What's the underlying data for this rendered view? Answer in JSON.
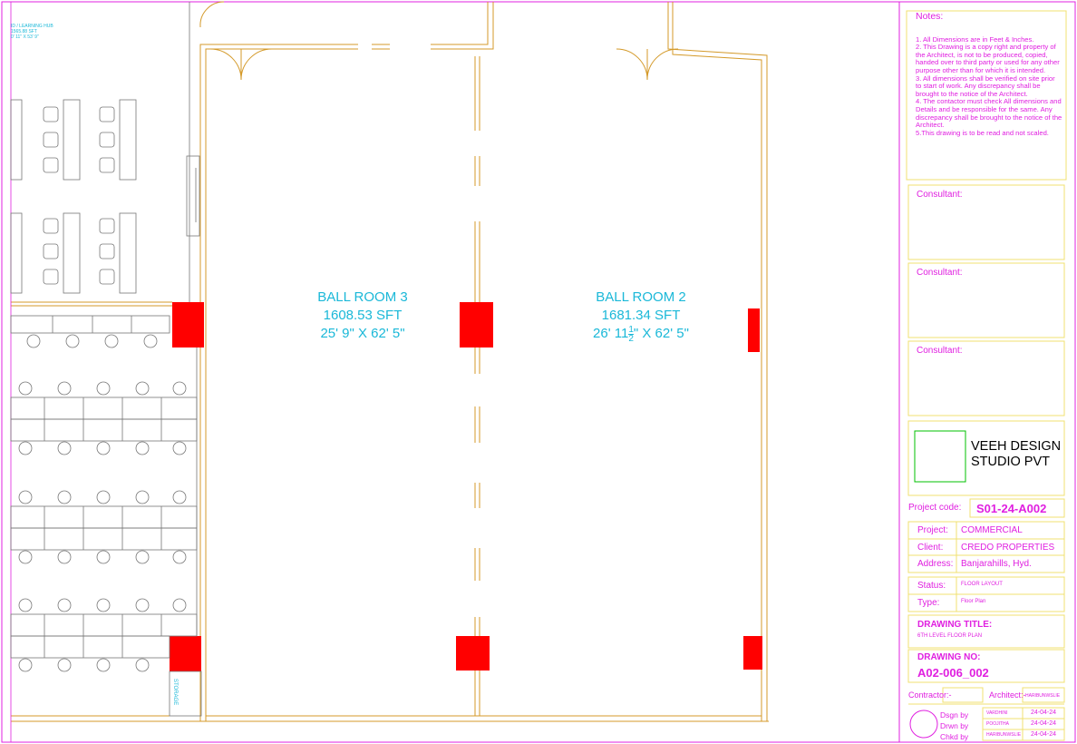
{
  "notes": {
    "title": "Notes:",
    "items": [
      "1. All Dimensions are in Feet & Inches.",
      "2. This Drawing is a copy right and property of the Architect, is not to be produced, copied, handed over to third party or used for any other purpose other than for which it is intended.",
      "3. All dimensions shall be verified on site prior to start of work. Any discrepancy shall be brought to the notice of the Architect.",
      "4. The contactor must check All dimensions and Details and be responsible for the same. Any discrepancy shall be brought to the notice of the Architect.",
      "5.This drawing is to be read and not scaled."
    ]
  },
  "consultants": [
    "Consultant:",
    "Consultant:",
    "Consultant:"
  ],
  "studio": {
    "line1": "VEEH DESIGN",
    "line2": "STUDIO PVT"
  },
  "project_code": {
    "label": "Project code:",
    "value": "S01-24-A002"
  },
  "project": {
    "label": "Project:",
    "value": "COMMERCIAL"
  },
  "client": {
    "label": "Client:",
    "value": "CREDO PROPERTIES"
  },
  "address": {
    "label": "Address:",
    "value": "Banjarahills, Hyd."
  },
  "status": {
    "label": "Status:",
    "value": "FLOOR LAYOUT"
  },
  "type": {
    "label": "Type:",
    "value": "Floor Plan"
  },
  "drawing_title": {
    "label": "DRAWING TITLE:",
    "value": "6TH LEVEL FLOOR PLAN"
  },
  "drawing_no": {
    "label": "DRAWING NO:",
    "value": "A02-006_002"
  },
  "contractor": {
    "label": "Contractor:-"
  },
  "architect": {
    "label": "Architect:-",
    "value": "HARIBUNWSLIE"
  },
  "sign_rows": [
    {
      "label": "Dsgn by",
      "name": "VARDHINI",
      "date": "24-04-24"
    },
    {
      "label": "Drwn by",
      "name": "POOJITHA",
      "date": "24-04-24"
    },
    {
      "label": "Chkd by",
      "name": "HARIBUNWSLIE",
      "date": "24-04-24"
    }
  ],
  "rooms": [
    {
      "name": "BALL ROOM 3",
      "area": "1608.53 SFT",
      "dims": "25' 9\" X 62' 5\""
    },
    {
      "name": "BALL ROOM 2",
      "area": "1681.34 SFT",
      "dims_a": "26' 11",
      "dims_frac_num": "1",
      "dims_frac_den": "2",
      "dims_b": "\" X 62' 5\""
    }
  ],
  "hub": {
    "line1": "ID / LEARNING HUB",
    "line2": "1565.88 SFT",
    "line3": "0' 11\" X 53' 9\""
  },
  "storage": "STORAGE",
  "colors": {
    "magenta": "#e020e0",
    "cyan": "#1ab8d8",
    "wall": "#d49a2a",
    "column": "#ff0000",
    "logo": "#00c000"
  }
}
